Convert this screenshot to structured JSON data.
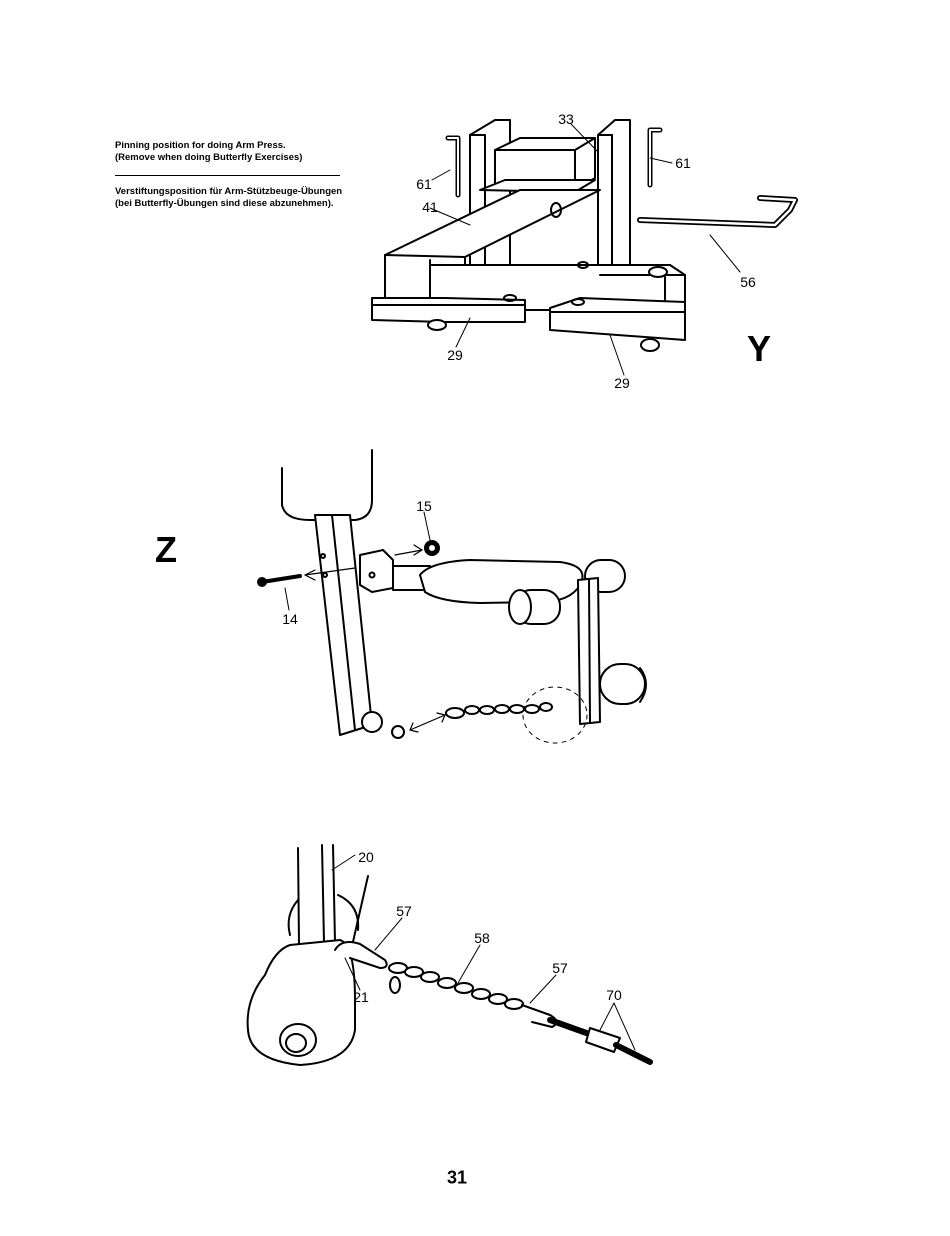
{
  "captions": {
    "en_line1": "Pinning position for doing Arm Press.",
    "en_line2": "(Remove when doing Butterfly Exercises)",
    "de_line1": "Verstiftungsposition für Arm-Stützbeuge-Übungen",
    "de_line2": "(bei Butterfly-Übungen sind diese abzunehmen)."
  },
  "figure_y": {
    "letter": "Y",
    "callouts": {
      "c33": "33",
      "c61a": "61",
      "c61b": "61",
      "c41": "41",
      "c56": "56",
      "c29a": "29",
      "c29b": "29"
    }
  },
  "figure_z": {
    "letter": "Z",
    "callouts": {
      "c15": "15",
      "c14": "14"
    }
  },
  "figure_chain": {
    "callouts": {
      "c20": "20",
      "c57a": "57",
      "c58": "58",
      "c57b": "57",
      "c70": "70",
      "c21": "21"
    }
  },
  "page_number": "31"
}
